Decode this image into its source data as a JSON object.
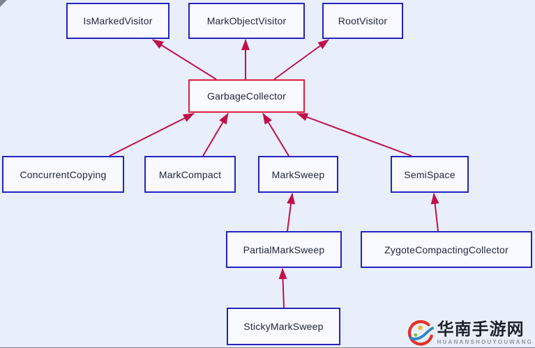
{
  "diagram": {
    "nodes": {
      "isMarkedVisitor": {
        "label": "IsMarkedVisitor"
      },
      "markObjectVisitor": {
        "label": "MarkObjectVisitor"
      },
      "rootVisitor": {
        "label": "RootVisitor"
      },
      "garbageCollector": {
        "label": "GarbageCollector",
        "highlighted": true
      },
      "concurrentCopying": {
        "label": "ConcurrentCopying"
      },
      "markCompact": {
        "label": "MarkCompact"
      },
      "markSweep": {
        "label": "MarkSweep"
      },
      "semiSpace": {
        "label": "SemiSpace"
      },
      "partialMarkSweep": {
        "label": "PartialMarkSweep"
      },
      "zygoteCompactingCollector": {
        "label": "ZygoteCompactingCollector"
      },
      "stickyMarkSweep": {
        "label": "StickyMarkSweep"
      }
    },
    "edges": [
      {
        "from": "garbageCollector",
        "to": "isMarkedVisitor"
      },
      {
        "from": "garbageCollector",
        "to": "markObjectVisitor"
      },
      {
        "from": "garbageCollector",
        "to": "rootVisitor"
      },
      {
        "from": "concurrentCopying",
        "to": "garbageCollector"
      },
      {
        "from": "markCompact",
        "to": "garbageCollector"
      },
      {
        "from": "markSweep",
        "to": "garbageCollector"
      },
      {
        "from": "semiSpace",
        "to": "garbageCollector"
      },
      {
        "from": "partialMarkSweep",
        "to": "markSweep"
      },
      {
        "from": "zygoteCompactingCollector",
        "to": "semiSpace"
      },
      {
        "from": "stickyMarkSweep",
        "to": "partialMarkSweep"
      }
    ]
  },
  "watermark": {
    "site_name": "华南手游网",
    "site_name_latin": "HUANANSHOUYOUWANG"
  },
  "colors": {
    "background": "#e9eefb",
    "node_fill": "#f8faff",
    "node_border": "#2323bd",
    "highlight_border": "#dc203a",
    "arrow": "#c0104a",
    "node_text": "#222639",
    "watermark_text": "#1c232c",
    "watermark_subtext": "#8f96a0",
    "logo_red": "#e03228",
    "logo_blue": "#2e86c1",
    "logo_yellow": "#f2b52d",
    "logo_green": "#7fbf4d"
  }
}
